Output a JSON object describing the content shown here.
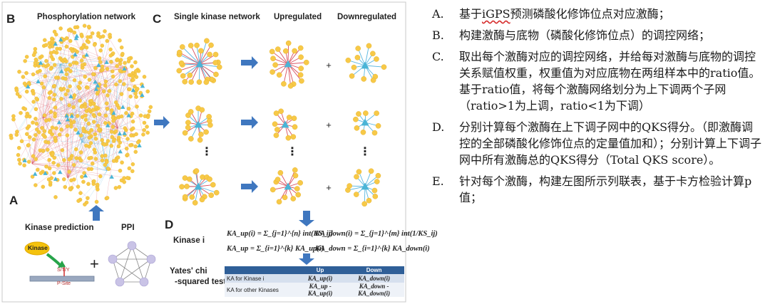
{
  "figure": {
    "panel_labels": {
      "a": "A",
      "b": "B",
      "c": "C",
      "d": "D"
    },
    "headings": {
      "phospho_network": "Phosphorylation network",
      "single_kinase_network": "Single kinase network",
      "upregulated": "Upregulated",
      "downregulated": "Downregulated",
      "kinase_prediction": "Kinase prediction",
      "ppi": "PPI",
      "kinase_i": "Kinase i",
      "yates_line1": "Yates' chi",
      "yates_line2": "-squared test"
    },
    "kinase_box": {
      "kinase": "Kinase",
      "sty": "S/T/Y",
      "psite": "P-Site"
    },
    "plus": "+",
    "ellipsis": "⋮",
    "formulas": {
      "ka_up_i": "KA_up(i) = Σ_{j=1}^{n} int(KS_ij)",
      "ka_down_i": "KA_down(i) = Σ_{j=1}^{m} int(1/KS_ij)",
      "ka_up": "KA_up = Σ_{i=1}^{k} KA_up(i)",
      "ka_down": "KA_down = Σ_{i=1}^{k} KA_down(i)"
    },
    "table": {
      "headers": [
        "",
        "Up",
        "Down"
      ],
      "rows": [
        [
          "KA for Kinase i",
          "KA_up(i)",
          "KA_down(i)"
        ],
        [
          "KA for other Kinases",
          "KA_up - KA_up(i)",
          "KA_down - KA_down(i)"
        ]
      ]
    },
    "colors": {
      "node": "#f7c948",
      "node_edge": "#e3ac20",
      "kinase": "#4ab4d6",
      "up_edge": "#d8505e",
      "down_edge": "#58b6e0",
      "arrow": "#3f77bf",
      "header_bg": "#2f5f98",
      "ppi": "#c9c3e6"
    }
  },
  "steps": [
    {
      "mark": "A.",
      "pre": "基于",
      "highlight": "iGPS",
      "post": "预测磷酸化修饰位点对应激酶；"
    },
    {
      "mark": "B.",
      "pre": "构建激酶与底物（磷酸化修饰位点）的调控网络；",
      "highlight": "",
      "post": ""
    },
    {
      "mark": "C.",
      "pre": "取出每个激酶对应的调控网络，并给每对激酶与底物的调控关系赋值权重，权重值为对应底物在两组样本中的ratio值。基于ratio值，将每个激酶网络划分为上下调两个子网（ratio>1为上调，ratio<1为下调）",
      "highlight": "",
      "post": ""
    },
    {
      "mark": "D.",
      "pre": "分别计算每个激酶在上下调子网中的QKS得分。（即激酶调控的全部磷酸化修饰位点的定量值加和）；分别计算上下调子网中所有激酶总的QKS得分（Total QKS score）。",
      "highlight": "",
      "post": ""
    },
    {
      "mark": "E.",
      "pre": "针对每个激酶，构建左图所示列联表，基于卡方检验计算p值；",
      "highlight": "",
      "post": ""
    }
  ]
}
